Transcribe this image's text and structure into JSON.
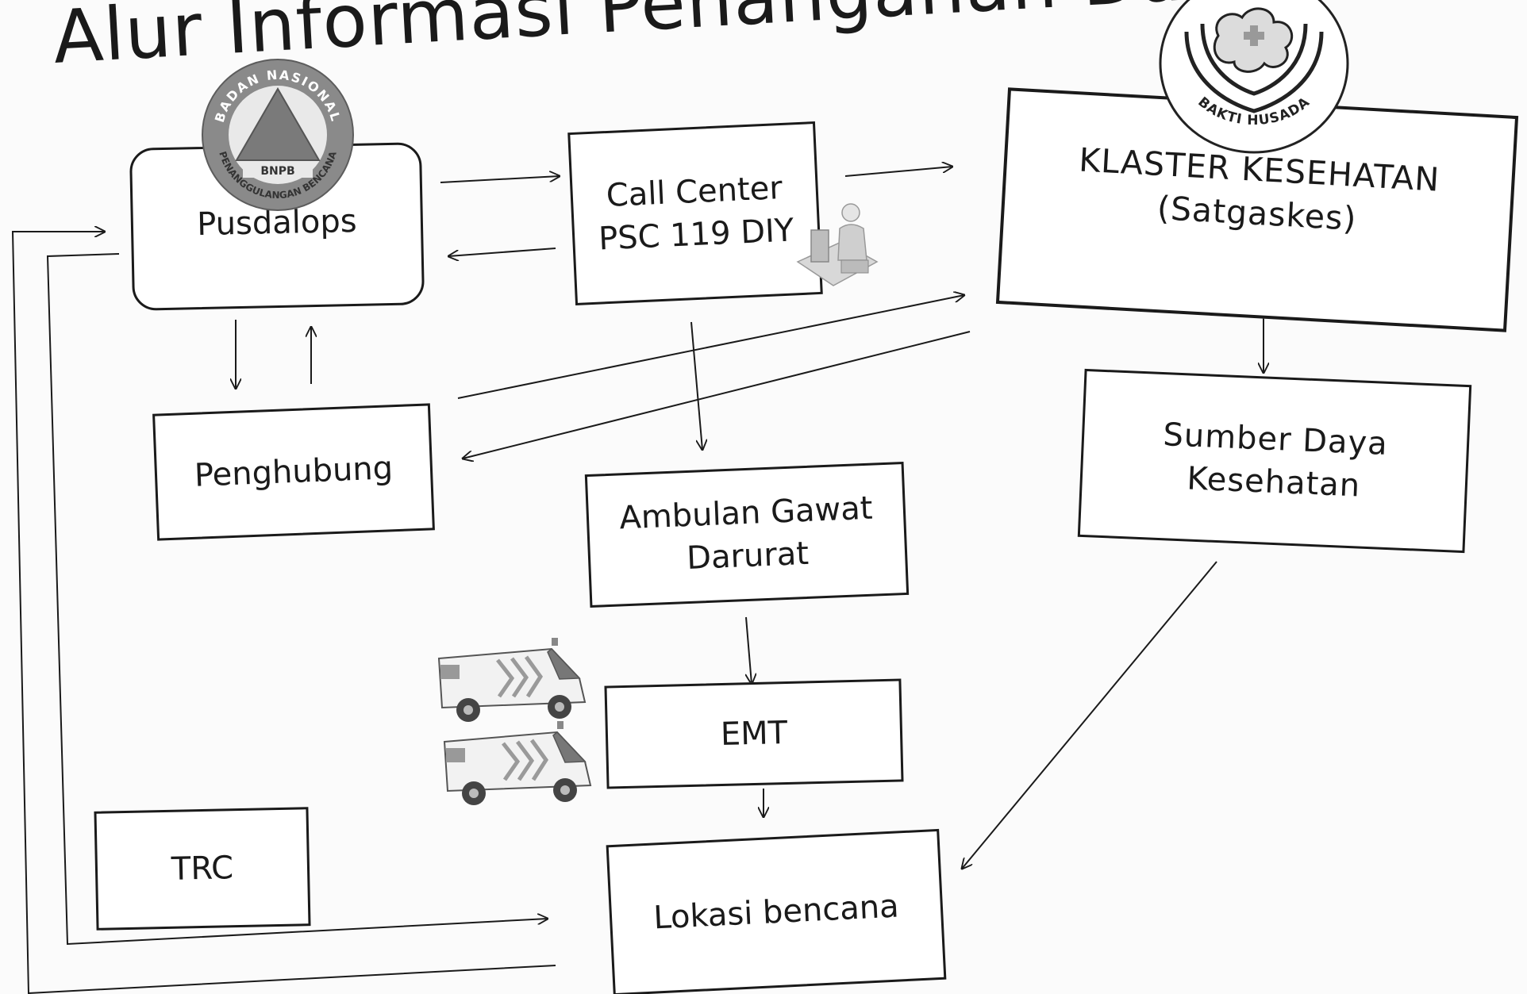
{
  "title": "Alur Informasi Penanganan Darurat",
  "nodes": {
    "pusdalops": "Pusdalops",
    "call_center_line1": "Call Center",
    "call_center_line2": "PSC 119 DIY",
    "klaster_line1": "KLASTER KESEHATAN",
    "klaster_line2": "(Satgaskes)",
    "penghubung": "Penghubung",
    "sumber_line1": "Sumber Daya",
    "sumber_line2": "Kesehatan",
    "ambulan_line1": "Ambulan Gawat",
    "ambulan_line2": "Darurat",
    "emt": "EMT",
    "trc": "TRC",
    "lokasi": "Lokasi bencana"
  },
  "logos": {
    "bnpb": {
      "top_text": "BADAN NASIONAL",
      "bottom_text": "PENANGGULANGAN BENCANA",
      "center": "BNPB",
      "icon": "bnpb-triangle-icon"
    },
    "bakti_husada": {
      "text": "BAKTI HUSADA",
      "icon": "bakti-husada-icon"
    }
  },
  "icons": [
    "operator-icon",
    "ambulance-icon"
  ]
}
